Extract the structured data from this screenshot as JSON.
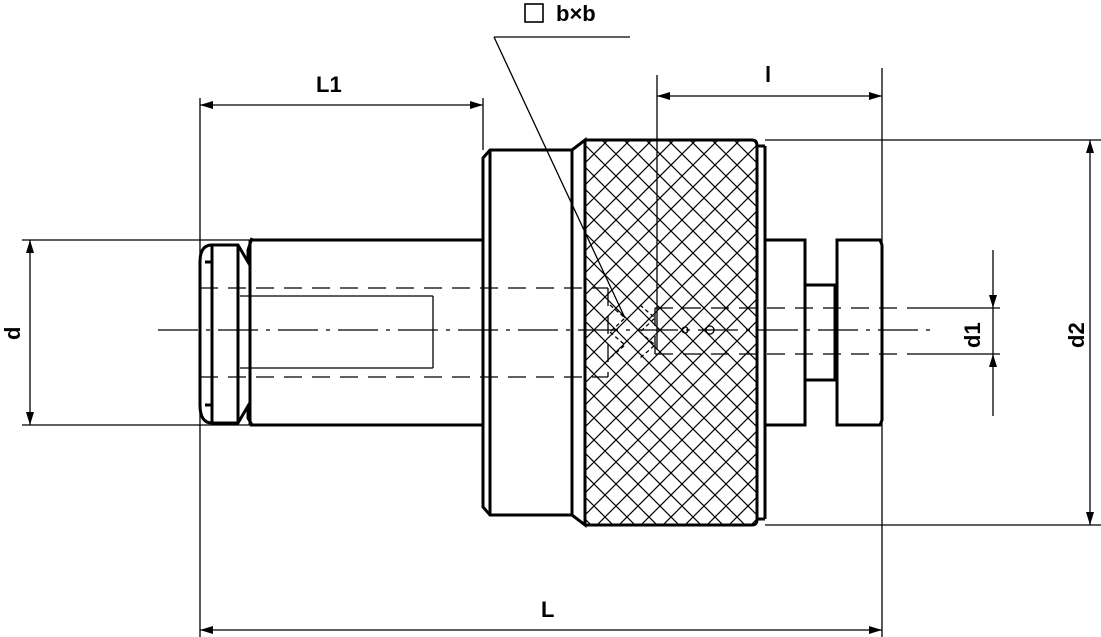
{
  "labels": {
    "L1": "L1",
    "l": "l",
    "d": "d",
    "d1": "d1",
    "d2": "d2",
    "L": "L",
    "square": "b×b"
  }
}
